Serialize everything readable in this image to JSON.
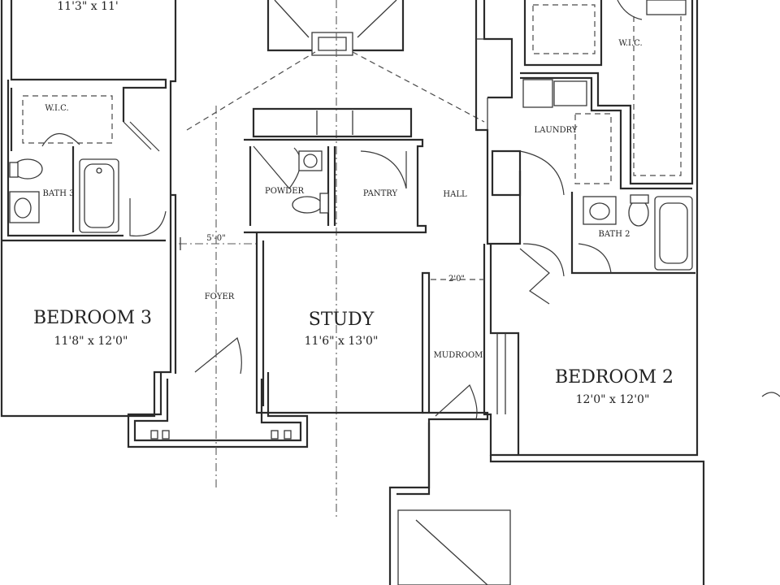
{
  "labels": {
    "top_left_dim": "11'3\" x 11'",
    "wic_left": "W.I.C.",
    "bath3": "BATH 3",
    "bedroom3_name": "BEDROOM 3",
    "bedroom3_dim": "11'8\" x 12'0\"",
    "powder": "POWDER",
    "pantry": "PANTRY",
    "hall": "HALL",
    "width_5": "5'-0\"",
    "foyer": "FOYER",
    "study_name": "STUDY",
    "study_dim": "11'6\" x 13'0\"",
    "mudroom": "MUDROOM",
    "wic_right": "W.I.C.",
    "laundry": "LAUNDRY",
    "bath2": "BATH 2",
    "bedroom2_name": "BEDROOM 2",
    "bedroom2_dim": "12'0\" x 12'0\"",
    "dim_small": "2'0\""
  }
}
